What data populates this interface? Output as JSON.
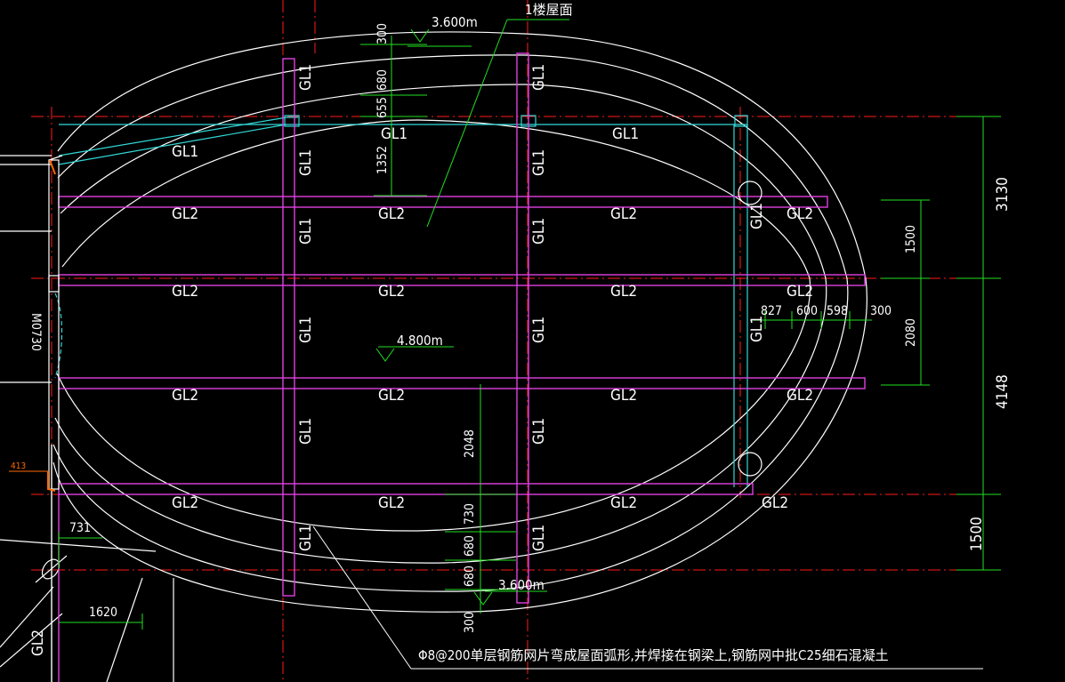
{
  "drawing": {
    "colors": {
      "background": "#000000",
      "outline": "#ffffff",
      "beam": "#e040e0",
      "axis": "#ff1a1a",
      "dimension": "#22e022",
      "frame": "#32d8d8",
      "marker": "#ff6a00"
    },
    "title_note": "1楼屋面",
    "elevation_top": "3.600m",
    "elevation_mid": "4.800m",
    "elevation_bottom": "3.600m",
    "door_code": "M0730",
    "marker_code": "413",
    "beam_labels": {
      "gl1": "GL1",
      "gl2": "GL2"
    },
    "dims_vertical_left": [
      "300",
      "680",
      "655",
      "1352"
    ],
    "dims_vertical_bottom": [
      "2048",
      "730",
      "680",
      "680",
      "300"
    ],
    "dims_right": [
      "3130",
      "4148",
      "1500"
    ],
    "dims_right_inner": [
      "1500",
      "2080"
    ],
    "dims_horizontal": [
      "827",
      "600",
      "598",
      "300"
    ],
    "dims_bottom_left": [
      "731",
      "1620"
    ],
    "rebar_note": "Φ8@200单层钢筋网片弯成屋面弧形,并焊接在钢梁上,钢筋网中批C25细石混凝土"
  }
}
